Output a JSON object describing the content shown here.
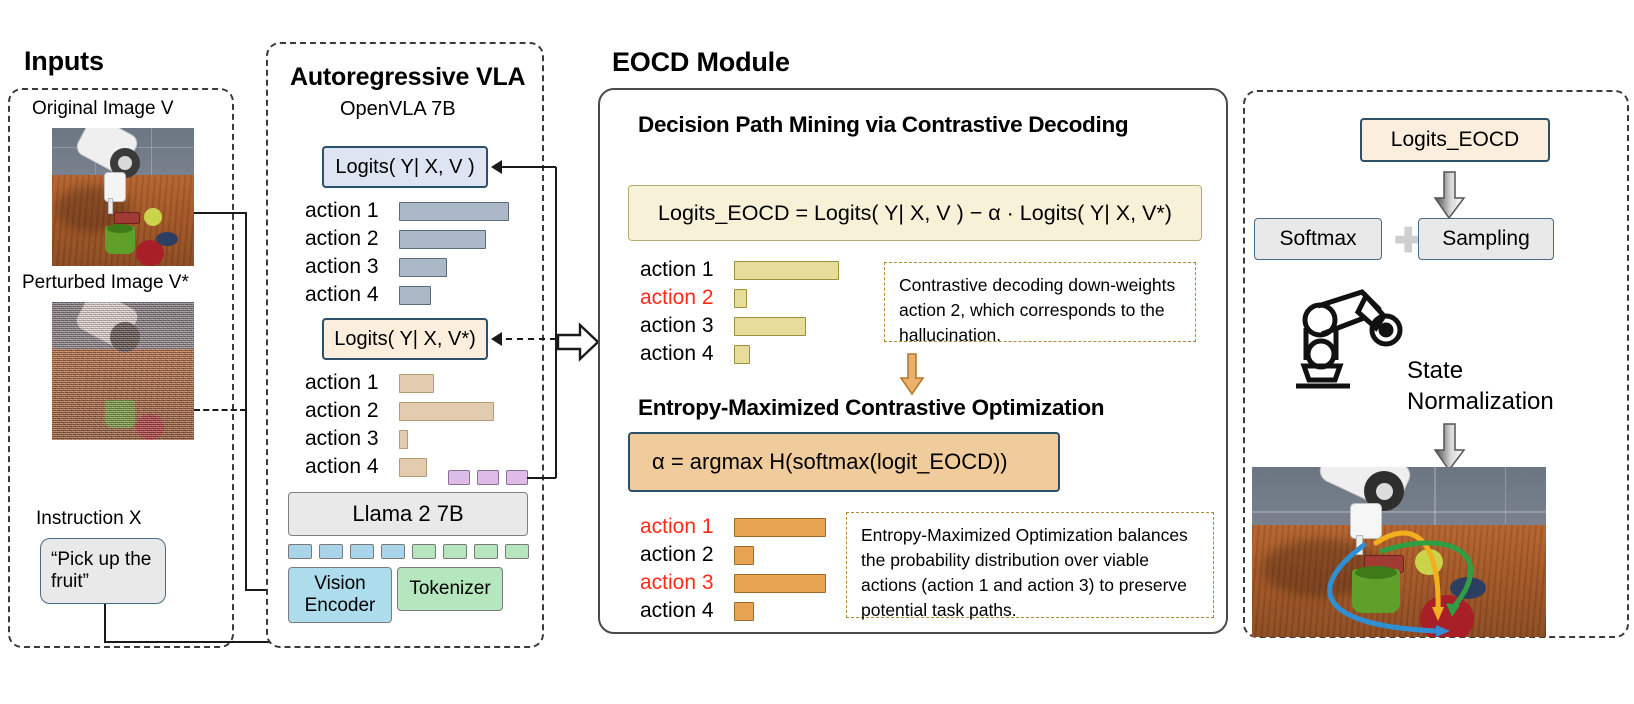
{
  "sections": {
    "inputs_title": "Inputs",
    "vla_title": "Autoregressive VLA",
    "vla_subtitle": "OpenVLA 7B",
    "eocd_title": "EOCD Module"
  },
  "inputs": {
    "original_image_label": "Original Image V",
    "perturbed_image_label": "Perturbed Image V*",
    "instruction_label": "Instruction X",
    "instruction_text": "“Pick up the fruit”"
  },
  "vla": {
    "logits_original": "Logits( Y| X, V )",
    "logits_perturbed": "Logits( Y| X, V*)",
    "llm_box": "Llama 2 7B",
    "vision_encoder": "Vision Encoder",
    "tokenizer": "Tokenizer",
    "original_bars": [
      {
        "label": "action 1",
        "value": 110,
        "highlight": false
      },
      {
        "label": "action 2",
        "value": 87,
        "highlight": false
      },
      {
        "label": "action 3",
        "value": 48,
        "highlight": false
      },
      {
        "label": "action 4",
        "value": 32,
        "highlight": false
      }
    ],
    "perturbed_bars": [
      {
        "label": "action 1",
        "value": 35,
        "highlight": false
      },
      {
        "label": "action 2",
        "value": 95,
        "highlight": false
      },
      {
        "label": "action 3",
        "value": 9,
        "highlight": false
      },
      {
        "label": "action 4",
        "value": 28,
        "highlight": false
      }
    ]
  },
  "eocd": {
    "step1_title": "Decision Path Mining via Contrastive Decoding",
    "formula1": "Logits_EOCD = Logits( Y| X, V ) − α · Logits( Y| X, V*)",
    "step1_bars": [
      {
        "label": "action 1",
        "value": 105,
        "highlight": false
      },
      {
        "label": "action 2",
        "value": 13,
        "highlight": true
      },
      {
        "label": "action 3",
        "value": 72,
        "highlight": false
      },
      {
        "label": "action 4",
        "value": 16,
        "highlight": false
      }
    ],
    "note1": "Contrastive decoding down-weights action 2, which corresponds to the hallucination.",
    "step2_title": "Entropy-Maximized Contrastive Optimization",
    "formula2": "α = argmax H(softmax(logit_EOCD))",
    "step2_bars": [
      {
        "label": "action 1",
        "value": 92,
        "highlight": true
      },
      {
        "label": "action 2",
        "value": 20,
        "highlight": false
      },
      {
        "label": "action 3",
        "value": 92,
        "highlight": true
      },
      {
        "label": "action 4",
        "value": 20,
        "highlight": false
      }
    ],
    "note2": "Entropy-Maximized Optimization balances the probability distribution over viable actions (action 1 and action 3) to preserve potential task paths."
  },
  "output": {
    "logits_eocd": "Logits_EOCD",
    "softmax": "Softmax",
    "plus": "✚",
    "sampling": "Sampling",
    "state_normalization": "State Normalization"
  },
  "colors": {
    "blue_bar": "#aab8c8",
    "tan_bar": "#e2cbae",
    "yellow_bar": "#e8dc9a",
    "orange_bar": "#e8a352",
    "highlight_text": "#ff2a18",
    "box_border": "#2c4f6b",
    "cream_box": "#f7f1d8",
    "peach_box": "#f0cb9b"
  }
}
